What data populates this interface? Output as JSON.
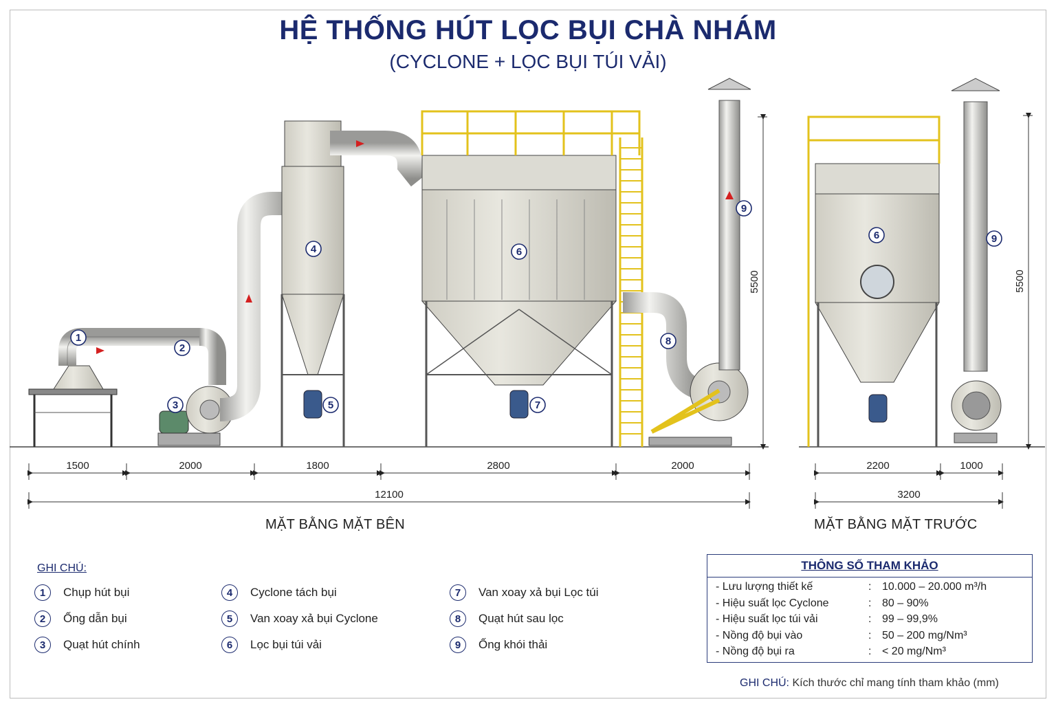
{
  "title": "HỆ THỐNG HÚT LỌC BỤI CHÀ NHÁM",
  "subtitle": "(CYCLONE + LỌC BỤI TÚI VẢI)",
  "side_view": {
    "label": "MẶT BẰNG MẶT BÊN",
    "dims": [
      "1500",
      "2000",
      "1800",
      "2800",
      "2000"
    ],
    "total": "12100",
    "height": "5500",
    "callouts": [
      "1",
      "2",
      "3",
      "4",
      "5",
      "6",
      "7",
      "8",
      "9"
    ]
  },
  "front_view": {
    "label": "MẶT BẰNG MẶT TRƯỚC",
    "dims": [
      "2200",
      "1000"
    ],
    "total": "3200",
    "height": "5500",
    "callouts": [
      "6",
      "9"
    ]
  },
  "legend": {
    "title": "GHI CHÚ:",
    "items": [
      {
        "num": "1",
        "label": "Chụp hút bụi"
      },
      {
        "num": "2",
        "label": "Ống dẫn bụi"
      },
      {
        "num": "3",
        "label": "Quạt hút chính"
      },
      {
        "num": "4",
        "label": "Cyclone tách bụi"
      },
      {
        "num": "5",
        "label": "Van xoay xả bụi Cyclone"
      },
      {
        "num": "6",
        "label": "Lọc bụi túi vải"
      },
      {
        "num": "7",
        "label": "Van xoay xả bụi Lọc túi"
      },
      {
        "num": "8",
        "label": "Quạt hút sau lọc"
      },
      {
        "num": "9",
        "label": "Ống khói thải"
      }
    ]
  },
  "specs": {
    "title": "THÔNG SỐ THAM KHẢO",
    "rows": [
      {
        "key": "- Lưu lượng thiết kế",
        "sep": ":",
        "value": "10.000 – 20.000 m³/h"
      },
      {
        "key": "- Hiệu suất lọc Cyclone",
        "sep": ":",
        "value": "80 – 90%"
      },
      {
        "key": "- Hiệu suất lọc túi vải",
        "sep": ":",
        "value": "99 – 99,9%"
      },
      {
        "key": "- Nồng độ bụi vào",
        "sep": ":",
        "value": "50 – 200 mg/Nm³"
      },
      {
        "key": "- Nồng độ bụi ra",
        "sep": ":",
        "value": "< 20 mg/Nm³"
      }
    ]
  },
  "note": {
    "prefix": "GHI CHÚ:",
    "text": " Kích thước chỉ mang tính tham khảo (mm)"
  },
  "colors": {
    "title": "#1b2a6e",
    "steel": "#d9d8d0",
    "railing": "#e3c21c",
    "valve": "#3a5a8c",
    "arrow": "#d42020"
  }
}
